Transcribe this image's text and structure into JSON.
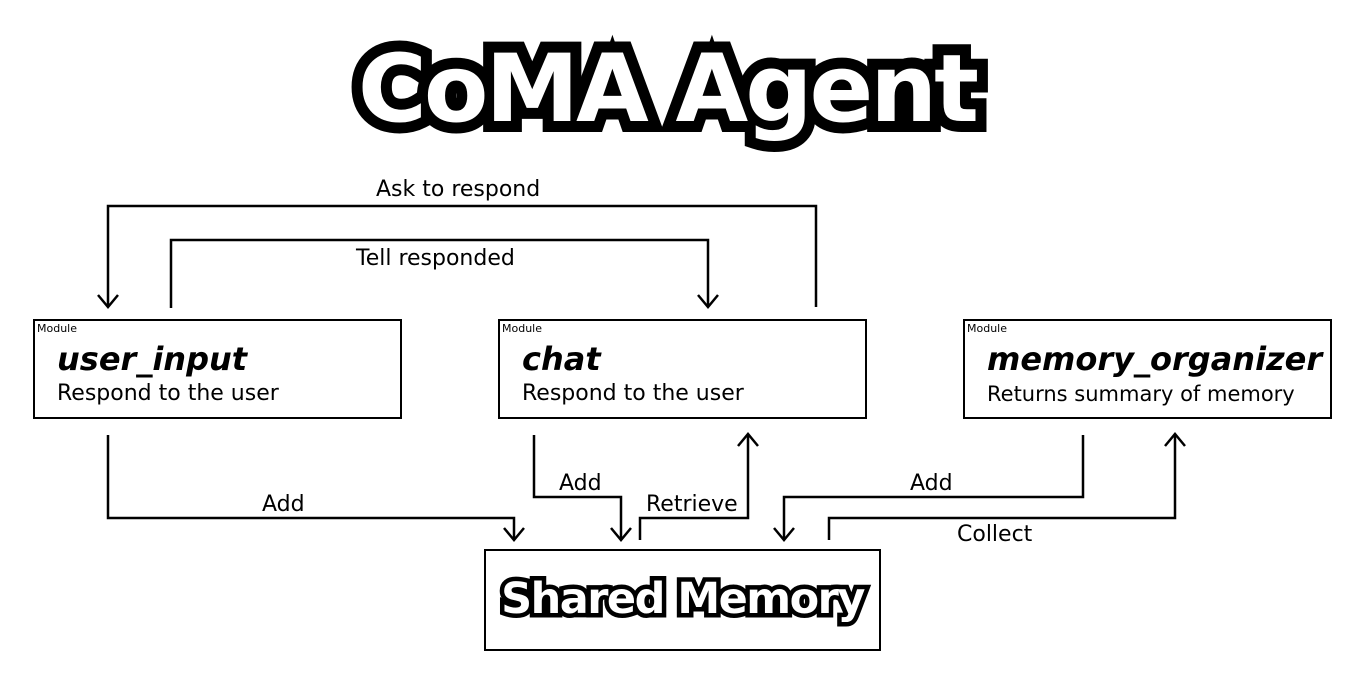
{
  "title": "CoMA Agent",
  "module_tag": "Module",
  "modules": [
    {
      "name": "user_input",
      "description": "Respond to the user"
    },
    {
      "name": "chat",
      "description": "Respond to the user"
    },
    {
      "name": "memory_organizer",
      "description": "Returns summary of memory"
    }
  ],
  "shared_memory": "Shared Memory",
  "edges": {
    "ask_to_respond": "Ask to respond",
    "tell_responded": "Tell responded",
    "user_input_add": "Add",
    "chat_add": "Add",
    "chat_retrieve": "Retrieve",
    "organizer_add": "Add",
    "organizer_collect": "Collect"
  }
}
